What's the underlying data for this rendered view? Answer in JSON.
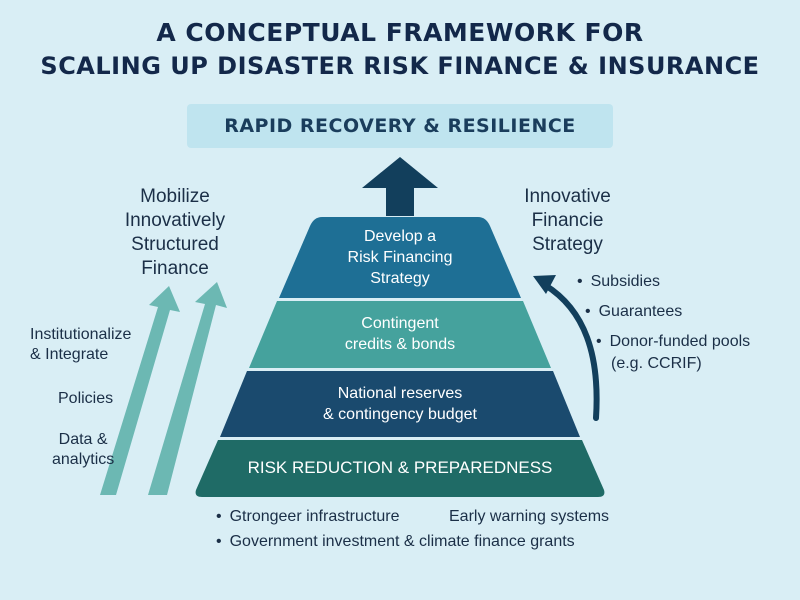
{
  "title": {
    "line1": "A CONCEPTUAL FRAMEWORK FOR",
    "line2": "SCALING UP DISASTER RISK FINANCE & INSURANCE"
  },
  "banner": "RAPID RECOVERY & RESILIENCE",
  "pyramid": {
    "tier1": [
      "Develop a",
      "Risk Financing",
      "Strategy"
    ],
    "tier2": [
      "Contingent",
      "credits &  bonds"
    ],
    "tier3": [
      "National reserves",
      "& contingency budget"
    ],
    "tier4": "RISK REDUCTION & PREPAREDNESS"
  },
  "left": {
    "heading": [
      "Mobilize",
      "Innovatively",
      "Structured",
      "Finance"
    ],
    "labels": {
      "institutionalize": [
        "Institutionalize",
        "& Integrate"
      ],
      "policies": "Policies",
      "data": [
        "Data &",
        "analytics"
      ]
    }
  },
  "right": {
    "heading": [
      "Innovative",
      "Financie",
      "Strategy"
    ],
    "bullets": [
      "Subsidies",
      "Guarantees",
      "Donor-funded pools"
    ],
    "bullet_note": "(e.g. CCRIF)"
  },
  "bottom": {
    "item1a": "Gtrongeer infrastructure",
    "item1b": "Early warning systems",
    "item2": "Government investment & climate finance grants"
  },
  "colors": {
    "tier1": "#1e6f95",
    "tier2": "#45a29d",
    "tier3": "#1a4a6e",
    "tier4": "#1f6b66",
    "up_arrow": "#123f5c",
    "left_arrows": "#6cb8b3",
    "curved_arrow": "#123f5c"
  }
}
